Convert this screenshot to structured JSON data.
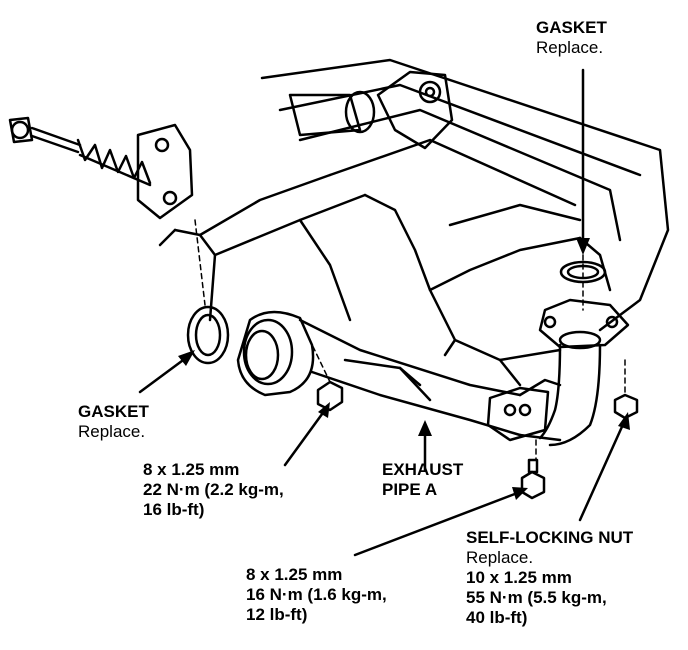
{
  "callouts": {
    "gasket_top": {
      "title": "GASKET",
      "note": "Replace."
    },
    "gasket_left": {
      "title": "GASKET",
      "note": "Replace."
    },
    "bolt_upper": {
      "size": "8 x 1.25 mm",
      "torque_1": "22 N·m (2.2 kg-m,",
      "torque_2": "16 lb-ft)"
    },
    "exhaust_pipe": {
      "line_1": "EXHAUST",
      "line_2": "PIPE A"
    },
    "bolt_lower": {
      "size": "8 x 1.25 mm",
      "torque_1": "16 N·m (1.6 kg-m,",
      "torque_2": "12 lb-ft)"
    },
    "self_locking_nut": {
      "title": "SELF-LOCKING NUT",
      "note": "Replace.",
      "size": "10 x 1.25 mm",
      "torque_1": "55 N·m (5.5 kg-m,",
      "torque_2": "40 lb-ft)"
    }
  }
}
